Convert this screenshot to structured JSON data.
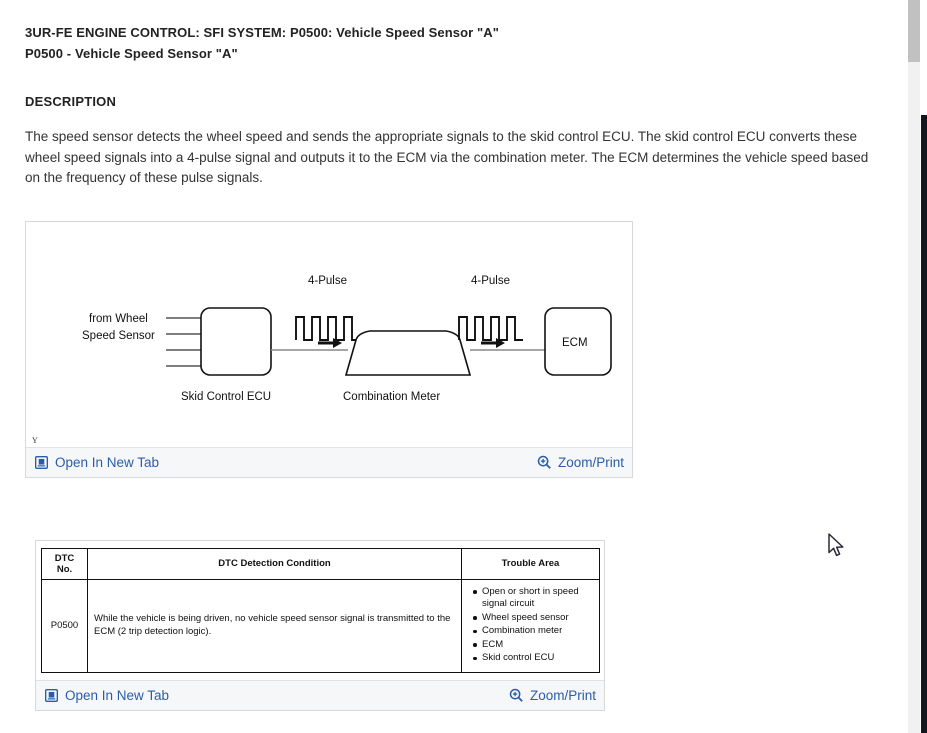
{
  "document": {
    "title_line1": "3UR-FE ENGINE CONTROL: SFI SYSTEM: P0500: Vehicle Speed Sensor \"A\"",
    "title_line2": "P0500 - Vehicle Speed Sensor \"A\"",
    "section_heading": "DESCRIPTION",
    "description": "The speed sensor detects the wheel speed and sends the appropriate signals to the skid control ECU. The skid control ECU converts these wheel speed signals into a 4-pulse signal and outputs it to the ECM via the combination meter. The ECM determines the vehicle speed based on the frequency of these pulse signals."
  },
  "figure": {
    "corner_mark": "Y",
    "labels": {
      "input_line1": "from Wheel",
      "input_line2": "Speed Sensor",
      "pulse_left": "4-Pulse",
      "pulse_right": "4-Pulse",
      "skid_ecu": "Skid Control ECU",
      "combination_meter": "Combination Meter",
      "ecm": "ECM"
    },
    "footer": {
      "open_tab_label": "Open In New Tab",
      "open_tab_icon": "open-in-new-tab-icon",
      "zoom_print_label": "Zoom/Print",
      "zoom_print_icon": "magnifier-plus-icon"
    }
  },
  "dtc_table": {
    "headers": [
      "DTC No.",
      "DTC Detection Condition",
      "Trouble Area"
    ],
    "header_dtc_line1": "DTC",
    "header_dtc_line2": "No.",
    "rows": [
      {
        "dtc_no": "P0500",
        "condition": "While the vehicle is being driven, no vehicle speed sensor signal is transmitted to the ECM (2 trip detection logic).",
        "trouble_area": [
          "Open or short in speed signal circuit",
          "Wheel speed sensor",
          "Combination meter",
          "ECM",
          "Skid control ECU"
        ]
      }
    ],
    "footer": {
      "open_tab_label": "Open In New Tab",
      "open_tab_icon": "open-in-new-tab-icon",
      "zoom_print_label": "Zoom/Print",
      "zoom_print_icon": "magnifier-plus-icon"
    }
  },
  "colors": {
    "link": "#2a5da8",
    "footer_bg": "#f6f7f9",
    "text": "#333333",
    "scrollbar_thumb": "#c1c1c1",
    "inner_scrollbar_thumb": "#12161f"
  }
}
